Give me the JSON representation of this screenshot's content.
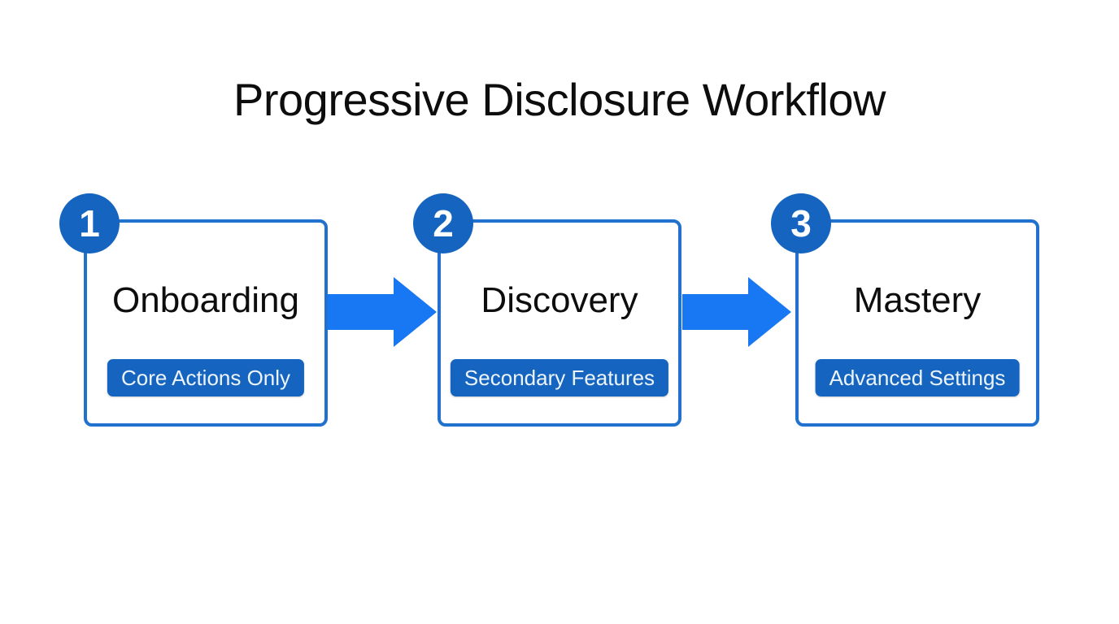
{
  "title": "Progressive Disclosure Workflow",
  "stages": [
    {
      "number": "1",
      "name": "Onboarding",
      "feature_label": "Core Actions Only"
    },
    {
      "number": "2",
      "name": "Discovery",
      "feature_label": "Secondary Features"
    },
    {
      "number": "3",
      "name": "Mastery",
      "feature_label": "Advanced Settings"
    }
  ],
  "icons": {
    "connector": "right-arrow-icon"
  },
  "colors": {
    "background": "#ffffff",
    "title-color": "#0d0d0d",
    "border-blue": "#2172ce",
    "badge-blue": "#1565c0",
    "arrow-blue": "#1877f2"
  }
}
